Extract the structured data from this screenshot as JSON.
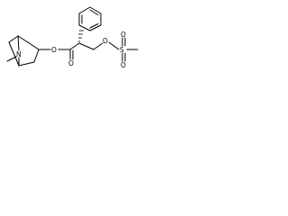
{
  "molecule": {
    "atoms": {
      "n_label": "N",
      "methyl_label": "CH3",
      "ester_o_label": "O",
      "carbonyl_o_label": "O",
      "ether_o_label": "O",
      "sulfur_label": "S",
      "sulfonyl_o1_label": "O",
      "sulfonyl_o2_label": "O"
    },
    "notes": {
      "stereo_wedge": "hashed-bond"
    }
  }
}
